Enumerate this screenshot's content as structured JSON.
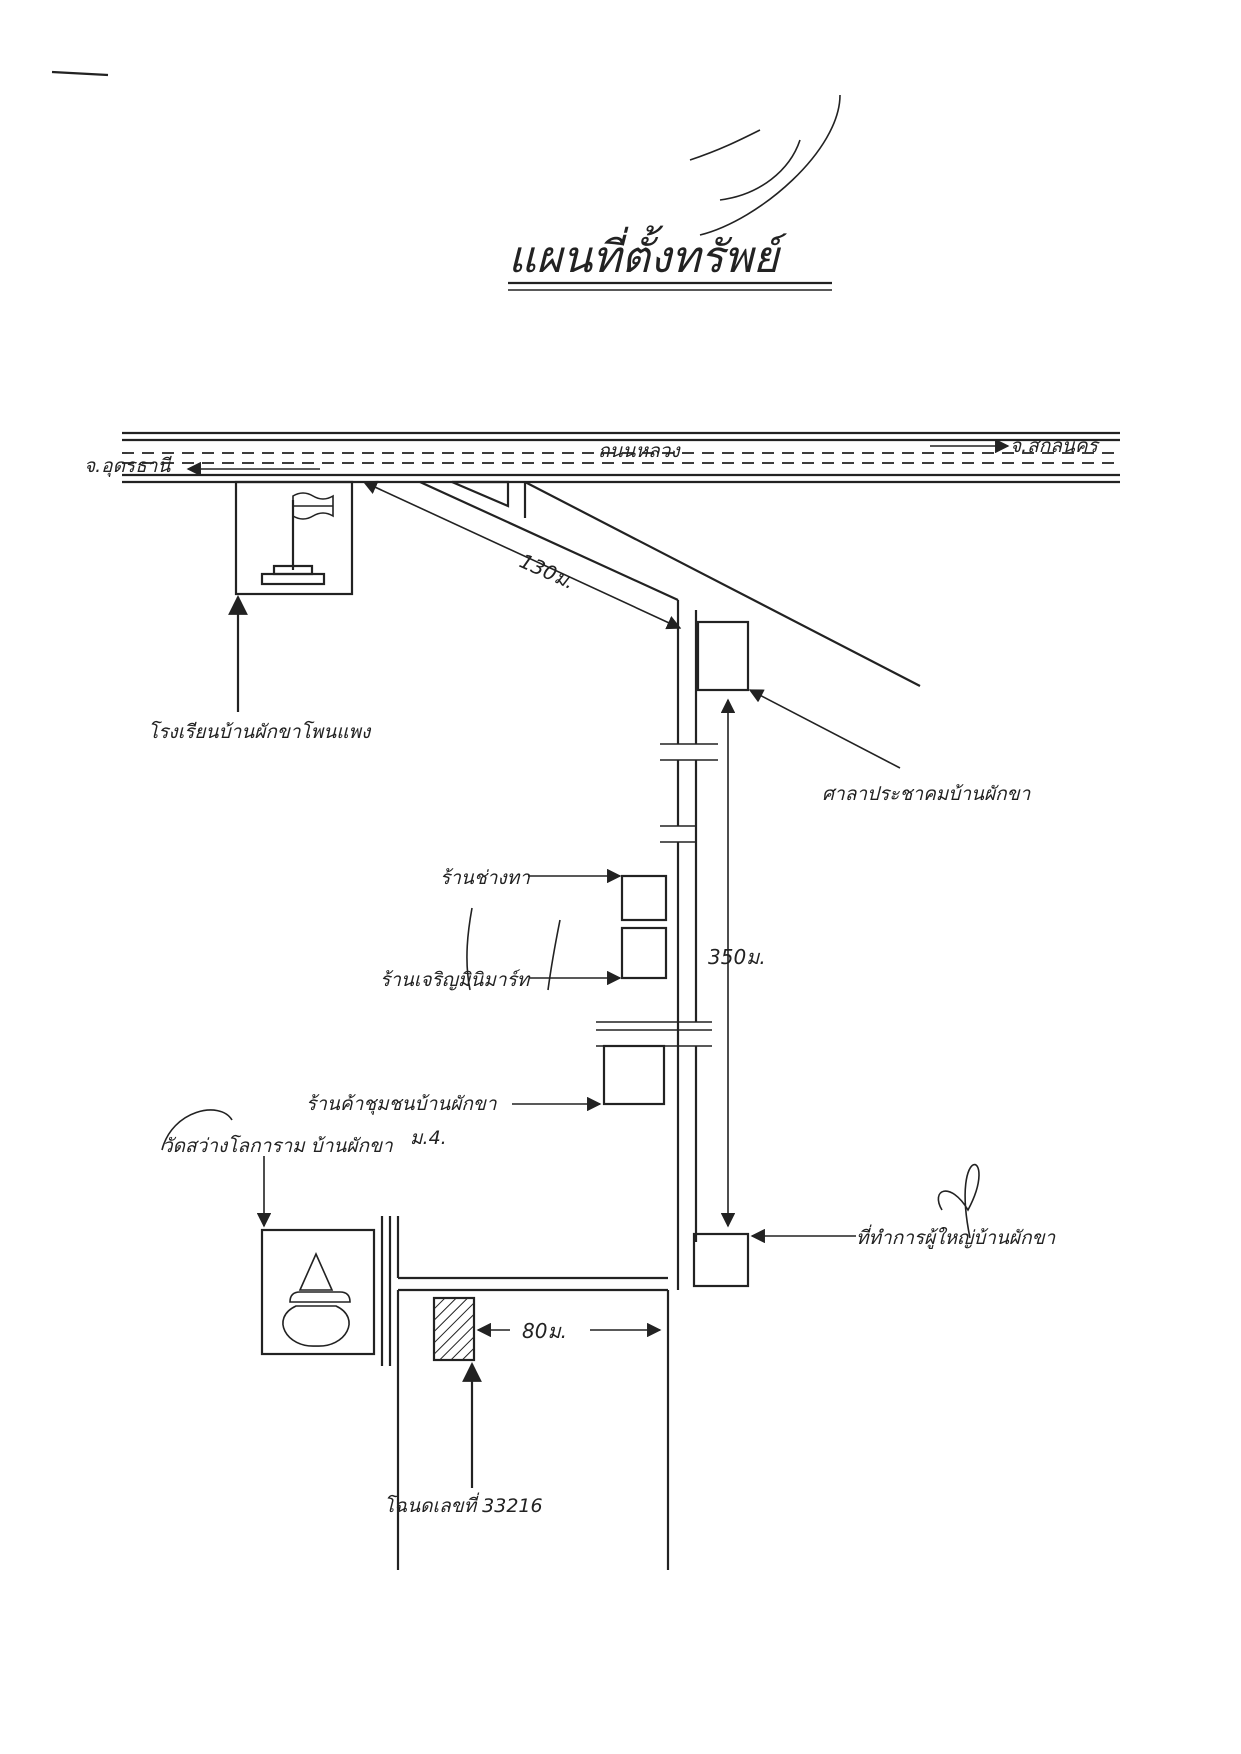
{
  "title": "แผนที่ตั้งทรัพย์",
  "roads": {
    "main_road": "ถนนหลวง",
    "to_west": "จ.อุดรธานี",
    "to_east": "จ.สกลนคร"
  },
  "distances": {
    "junction_to_branch": "130ม.",
    "branch_to_office": "350ม.",
    "soi_to_plot": "80ม."
  },
  "landmarks": {
    "school": "โรงเรียนบ้านผักขาโพนแพง",
    "pavilion": "ศาลาประชาคมบ้านผักขา",
    "shop1": "ร้านช่างทา",
    "shop2": "ร้านเจริญมินิมาร์ท",
    "coop_shop": "ร้านค้าชุมชนบ้านผักขา",
    "temple": "วัดสว่างโลการาม บ้านผักขา",
    "temple_moo": "ม.4.",
    "office": "ที่ทำการผู้ใหญ่บ้านผักขา",
    "deed": "โฉนดเลขที่ 33216"
  }
}
